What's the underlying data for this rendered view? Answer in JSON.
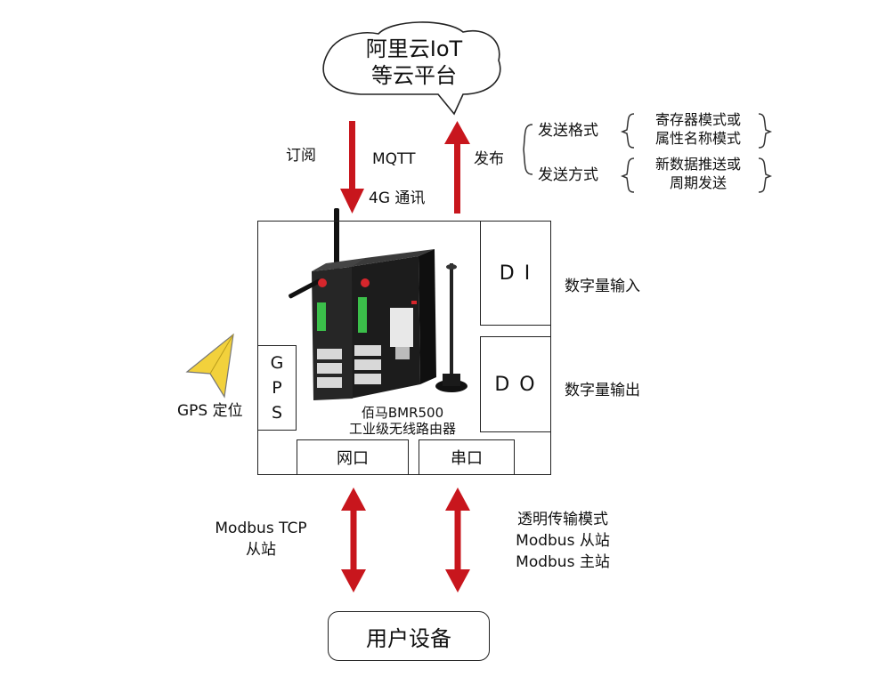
{
  "cloud": {
    "line1": "阿里云IoT",
    "line2": "等云平台"
  },
  "arrows": {
    "subscribe": "订阅",
    "mqtt": "MQTT",
    "comm": "4G 通讯",
    "publish": "发布"
  },
  "publish_options": {
    "send_format": "发送格式",
    "send_format_values": [
      "寄存器模式或",
      "属性名称模式"
    ],
    "send_method": "发送方式",
    "send_method_values": [
      "新数据推送或",
      "周期发送"
    ]
  },
  "device": {
    "di_label": "D I",
    "di_desc": "数字量输入",
    "do_label": "D O",
    "do_desc": "数字量输出",
    "gps_box": [
      "G",
      "P",
      "S"
    ],
    "gps_desc": "GPS 定位",
    "router_name": "佰马BMR500",
    "router_type": "工业级无线路由器",
    "net_port": "网口",
    "serial_port": "串口"
  },
  "lower": {
    "tcp_line1": "Modbus TCP",
    "tcp_line2": "从站",
    "serial_line1": "透明传输模式",
    "serial_line2": "Modbus 从站",
    "serial_line3": "Modbus 主站"
  },
  "user_device": "用户设备",
  "colors": {
    "arrow": "#c8161d",
    "gps_icon": "#f2d13c",
    "router_body": "#1c1c1c",
    "terminal": "#3bbf4a"
  }
}
